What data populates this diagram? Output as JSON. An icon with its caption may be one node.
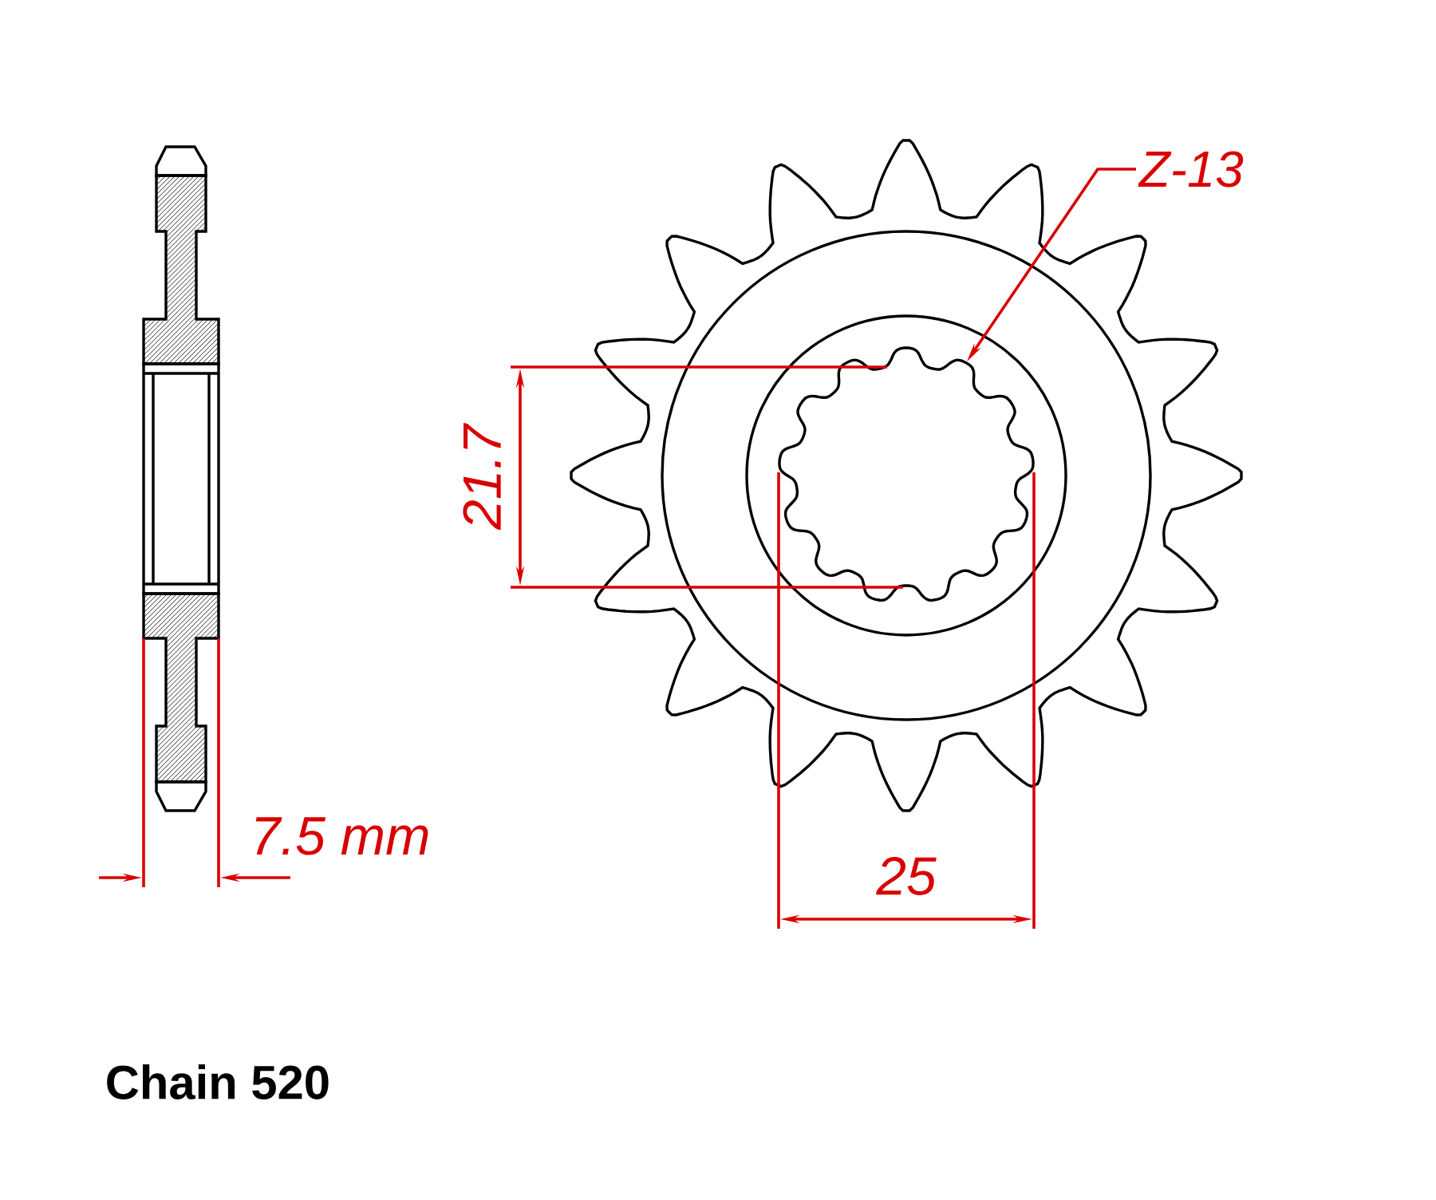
{
  "diagram": {
    "nodes": [
      {
        "text": [
          "Z-13"
        ]
      },
      {
        "text": [],
        "shape": "picture"
      }
    ],
    "edges": [
      {
        "from": 0,
        "to": 1,
        "arrow": "to"
      }
    ],
    "labels": [
      "21.7",
      "7.5 mm",
      "25",
      "Chain 520"
    ]
  }
}
